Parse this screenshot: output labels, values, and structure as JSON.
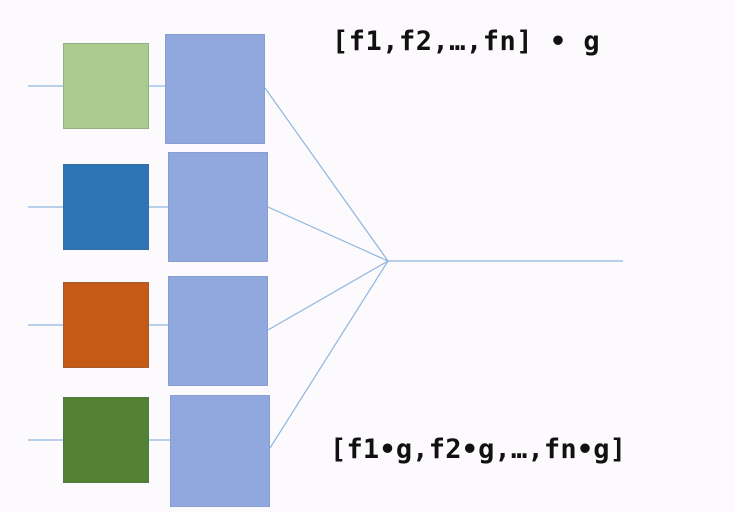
{
  "diagram": {
    "formula_top": "[f1,f2,…,fn] • g",
    "formula_bottom": "[f1•g,f2•g,…,fn•g]"
  },
  "colors": {
    "background": "#fcfafd",
    "line": "#8fb6e0",
    "g_box": "#91a8de",
    "f_boxes": [
      "#a9cc8e",
      "#2e75b5",
      "#c55a17",
      "#548235"
    ]
  },
  "icons": [
    "f-box-light-green",
    "f-box-blue",
    "f-box-orange",
    "f-box-dark-green",
    "g-box"
  ]
}
